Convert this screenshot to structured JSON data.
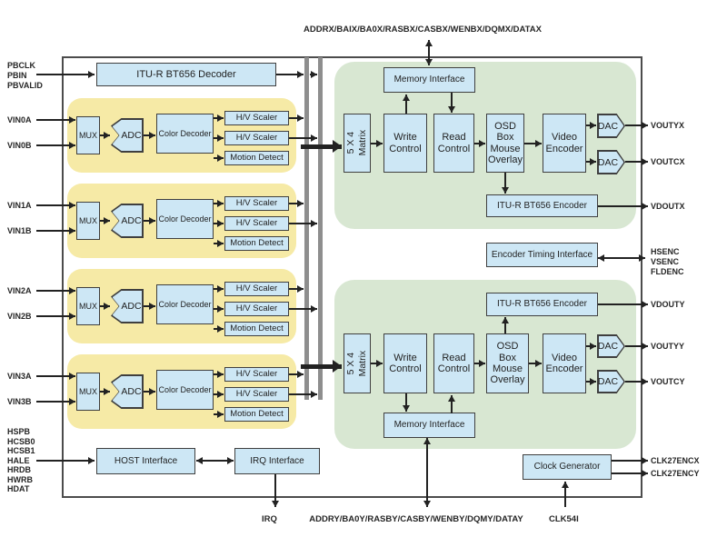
{
  "colors": {
    "block_fill": "#cde7f5",
    "block_border": "#3f3f3f",
    "group_yellow": "#f6eaa6",
    "region_green": "#d8e7d2",
    "bus_bar_gray": "#8e8e8e",
    "line": "#222222"
  },
  "top_bus": {
    "label": "ADDRX/BAIX/BA0X/RASBX/CASBX/WENBX/DQMX/DATAX"
  },
  "bottom_bus": {
    "irq_label": "IRQ",
    "label": "ADDRY/BA0Y/RASBY/CASBY/WENBY/DQMY/DATAY",
    "clk_label": "CLK54I"
  },
  "pins": {
    "left": [
      "PBCLK",
      "PBIN",
      "PBVALID",
      "VIN0A",
      "VIN0B",
      "VIN1A",
      "VIN1B",
      "VIN2A",
      "VIN2B",
      "VIN3A",
      "VIN3B",
      "HSPB",
      "HCSB0",
      "HCSB1",
      "HALE",
      "HRDB",
      "HWRB",
      "HDAT"
    ],
    "right": [
      "VOUTYX",
      "VOUTCX",
      "VDOUTX",
      "HSENC",
      "VSENC",
      "FLDENC",
      "VDOUTY",
      "VOUTYY",
      "VOUTCY",
      "CLK27ENCX",
      "CLK27ENCY"
    ]
  },
  "blocks": {
    "bt656_decoder": "ITU-R BT656 Decoder",
    "host_interface": "HOST Interface",
    "irq_interface": "IRQ Interface",
    "channel": {
      "mux": "MUX",
      "adc": "ADC",
      "color_decoder": "Color Decoder",
      "hv_scaler_1": "H/V Scaler",
      "hv_scaler_2": "H/V Scaler",
      "motion_detect": "Motion Detect"
    },
    "matrix": "5 X 4\nMatrix",
    "write_control": "Write\nControl",
    "read_control": "Read\nControl",
    "osd": "OSD\nBox\nMouse\nOverlay",
    "video_encoder": "Video\nEncoder",
    "dac": "DAC",
    "memory_interface": "Memory Interface",
    "bt656_encoder": "ITU-R BT656 Encoder",
    "encoder_timing": "Encoder Timing Interface",
    "clock_generator": "Clock Generator"
  }
}
